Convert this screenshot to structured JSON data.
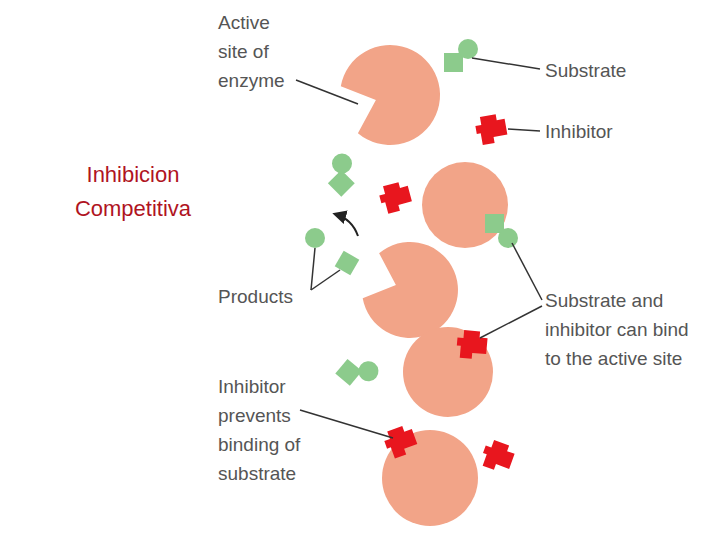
{
  "diagram": {
    "title": "Inhibicion Competitiva",
    "labels": [
      "Active site of enzyme",
      "Substrate",
      "Inhibitor",
      "Products",
      "Substrate and inhibitor can bind to the active site",
      "Inhibitor prevents binding of substrate"
    ]
  }
}
